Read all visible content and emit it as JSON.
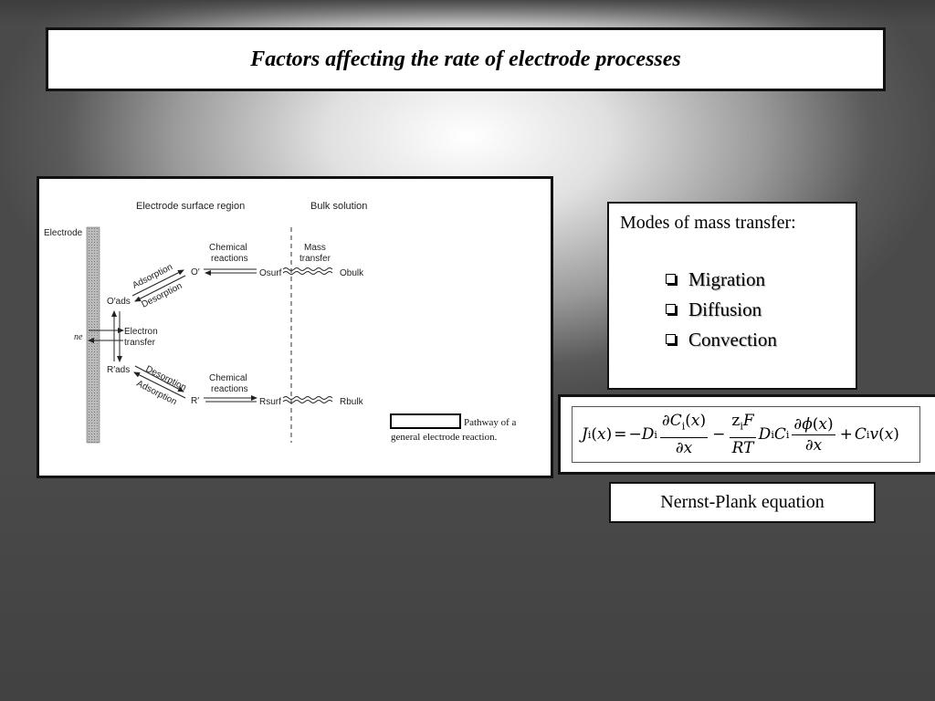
{
  "title": "Factors affecting the rate of electrode processes",
  "diagram": {
    "region_surface": "Electrode surface region",
    "region_bulk": "Bulk solution",
    "electrode": "Electrode",
    "chem1_a": "Chemical",
    "chem1_b": "reactions",
    "mass_a": "Mass",
    "mass_b": "transfer",
    "adsorption": "Adsorption",
    "desorption": "Desorption",
    "o_ads": "O′ads",
    "o_prime": "O′",
    "o_surf": "Osurf",
    "o_bulk": "Obulk",
    "ne": "ne",
    "electron_a": "Electron",
    "electron_b": "transfer",
    "r_ads": "R′ads",
    "chem2_a": "Chemical",
    "chem2_b": "reactions",
    "r_prime": "R′",
    "r_surf": "Rsurf",
    "r_bulk": "Rbulk",
    "caption_a": "Pathway of a",
    "caption_b": "general electrode reaction."
  },
  "modes": {
    "heading": "Modes of mass transfer:",
    "items": [
      "Migration",
      "Diffusion",
      "Convection"
    ]
  },
  "equation_caption": "Nernst-Plank equation"
}
